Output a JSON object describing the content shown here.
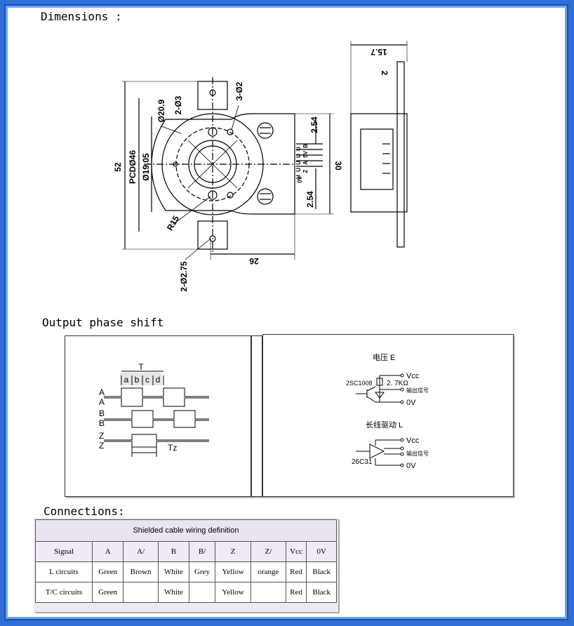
{
  "sections": {
    "dimensions": "Dimensions :",
    "phase": "Output phase shift",
    "connections": "Connections:"
  },
  "dims": {
    "d52": "52",
    "pcd": "PCDØ46",
    "d1905": "Ø19.05",
    "d209": "Ø20.9",
    "d203": "2-Ø3",
    "d302": "3-Ø2",
    "r15": "R15",
    "d275": "2-Ø2.75",
    "d26": "26",
    "d254a": "2.54",
    "d254b": "2.54",
    "d30": "30",
    "d157": "15.7",
    "d2": "2",
    "pins": [
      "0V",
      "Z",
      "A",
      "5V",
      "B"
    ],
    "pin_top": [
      "U",
      "U",
      "U",
      "U",
      "U"
    ]
  },
  "timing": {
    "T": "T",
    "a": "a",
    "b": "b",
    "c": "c",
    "d": "d",
    "Tz": "Tz",
    "signals": [
      "A",
      "A",
      "B",
      "B",
      "Z",
      "Z"
    ]
  },
  "circuits": {
    "voltage": "电压 E",
    "vcc1": "Vcc",
    "chip1": "2SC1008",
    "res": "2. 7KΩ",
    "out1": "输出信号",
    "ov1": "0V",
    "line": "长线驱动 L",
    "vcc2": "Vcc",
    "chip2": "26C31",
    "out2": "输出信号",
    "ov2": "0V"
  },
  "table": {
    "caption": "Shielded cable wiring definition",
    "headers": [
      "Signal",
      "A",
      "A/",
      "B",
      "B/",
      "Z",
      "Z/",
      "Vcc",
      "0V"
    ],
    "rows": [
      [
        "L circuits",
        "Green",
        "Brown",
        "White",
        "Grey",
        "Yellow",
        "orange",
        "Red",
        "Black"
      ],
      [
        "T/C circuits",
        "Green",
        "",
        "White",
        "",
        "Yellow",
        "",
        "Red",
        "Black"
      ]
    ]
  },
  "colors": {
    "border_blue": "#2f6fd6"
  }
}
